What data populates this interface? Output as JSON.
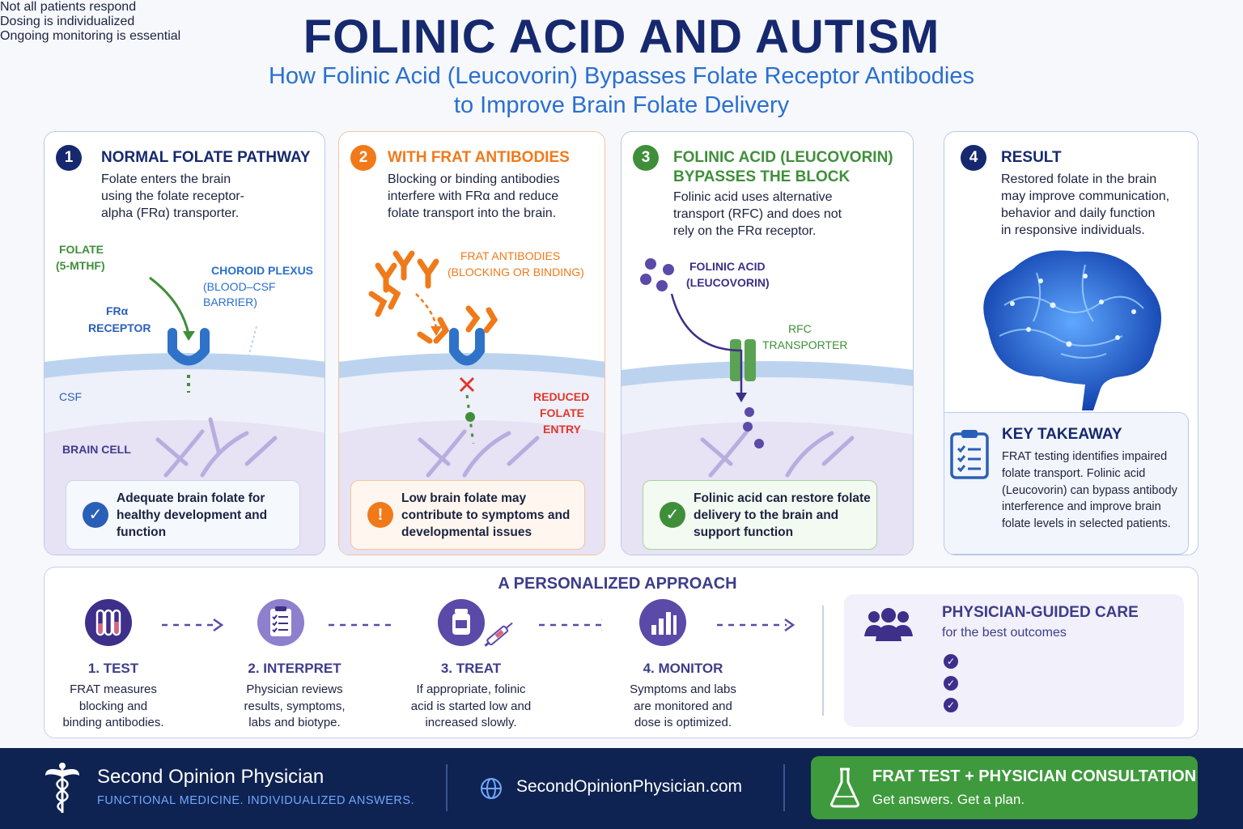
{
  "header": {
    "title": "FOLINIC ACID AND AUTISM",
    "subtitle_line1": "How Folinic Acid (Leucovorin) Bypasses Folate Receptor Antibodies",
    "subtitle_line2": "to Improve Brain Folate Delivery"
  },
  "panels": [
    {
      "number": "1",
      "title": "NORMAL FOLATE PATHWAY",
      "desc": [
        "Folate enters the brain",
        "using the folate receptor-",
        "alpha (FRα) transporter."
      ],
      "labels": {
        "folate": "FOLATE",
        "folate_sub": "(5-MTHF)",
        "choroid": "CHOROID PLEXUS",
        "choroid_sub": "(BLOOD–CSF BARRIER)",
        "receptor": "FRα",
        "receptor_sub": "RECEPTOR",
        "csf": "CSF",
        "brain_cell": "BRAIN CELL"
      },
      "note": "Adequate brain folate for healthy development and function"
    },
    {
      "number": "2",
      "title": "WITH FRAT ANTIBODIES",
      "desc": [
        "Blocking or binding antibodies",
        "interfere with FRα and reduce",
        "folate transport into the brain."
      ],
      "labels": {
        "antibodies": "FRAT ANTIBODIES",
        "antibodies_sub": "(BLOCKING OR BINDING)",
        "reduced1": "REDUCED",
        "reduced2": "FOLATE",
        "reduced3": "ENTRY"
      },
      "note": "Low brain folate may contribute to symptoms and developmental issues"
    },
    {
      "number": "3",
      "title_line1": "FOLINIC ACID (LEUCOVORIN)",
      "title_line2": "BYPASSES THE BLOCK",
      "desc": [
        "Folinic acid uses alternative",
        "transport (RFC) and does not",
        "rely on the FRα receptor."
      ],
      "labels": {
        "folinic": "FOLINIC ACID",
        "folinic_sub": "(LEUCOVORIN)",
        "rfc": "RFC",
        "rfc_sub": "TRANSPORTER"
      },
      "note": "Folinic acid can restore folate delivery to the brain and support function"
    },
    {
      "number": "4",
      "title": "RESULT",
      "desc": [
        "Restored folate in the brain",
        "may improve communication,",
        "behavior and daily function",
        "in responsive individuals."
      ],
      "takeaway_title": "KEY TAKEAWAY",
      "takeaway_text": "FRAT testing identifies impaired folate transport. Folinic acid (Leucovorin) can bypass antibody interference and improve brain folate levels in selected patients."
    }
  ],
  "approach": {
    "title": "A PERSONALIZED APPROACH",
    "steps": [
      {
        "title": "1. TEST",
        "desc": "FRAT measures blocking and binding antibodies."
      },
      {
        "title": "2. INTERPRET",
        "desc": "Physician reviews results, symptoms, labs and biotype."
      },
      {
        "title": "3. TREAT",
        "desc": "If appropriate, folinic acid is started low and increased slowly."
      },
      {
        "title": "4. MONITOR",
        "desc": "Symptoms and labs are monitored and dose is optimized."
      }
    ],
    "guided": {
      "title": "PHYSICIAN-GUIDED CARE",
      "subtitle": "for the best outcomes",
      "items": [
        "Not all patients respond",
        "Dosing is individualized",
        "Ongoing monitoring is essential"
      ]
    }
  },
  "footer": {
    "brand": "Second Opinion Physician",
    "tagline": "FUNCTIONAL MEDICINE. INDIVIDUALIZED ANSWERS.",
    "website": "SecondOpinionPhysician.com",
    "cta_title": "FRAT TEST + PHYSICIAN CONSULTATION",
    "cta_sub": "Get answers. Get a plan."
  },
  "colors": {
    "navy": "#16296e",
    "blue": "#2a6fd0",
    "orange": "#f07a1a",
    "green": "#3f8f3a",
    "purple": "#5b4aa8",
    "red": "#e0382b",
    "footer_bg": "#0f2352",
    "cta_green": "#3e9a3c"
  }
}
